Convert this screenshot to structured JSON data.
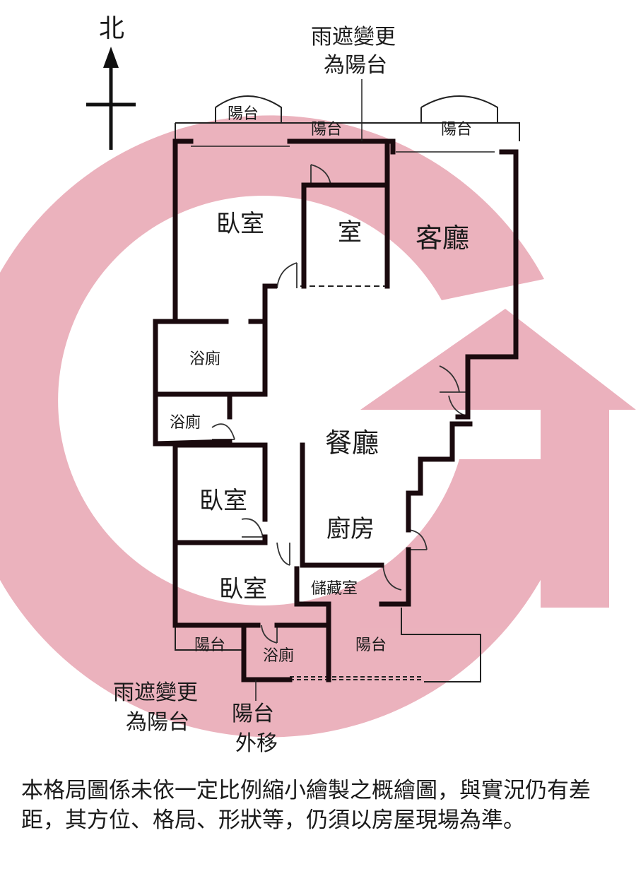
{
  "compass": {
    "north_label": "北"
  },
  "notes": {
    "top": [
      "雨遮變更",
      "為陽台"
    ],
    "bottom_left": [
      "雨遮變更",
      "為陽台"
    ],
    "bottom_center": [
      "陽台",
      "外移"
    ]
  },
  "rooms": {
    "balcony_nw": "陽台",
    "balcony_n": "陽台",
    "balcony_ne": "陽台",
    "bedroom_1": "臥室",
    "room_study": "室",
    "living_room": "客廳",
    "bathroom_1": "浴廁",
    "bathroom_2": "浴廁",
    "dining_room": "餐廳",
    "bedroom_2": "臥室",
    "kitchen": "廚房",
    "bedroom_3": "臥室",
    "storage_room": "儲藏室",
    "balcony_sw": "陽台",
    "bathroom_3": "浴廁",
    "balcony_s": "陽台"
  },
  "watermark": {
    "color": "#e8a4b2"
  },
  "disclaimer": "本格局圖係未依一定比例縮小繪製之概繪圖，與實況仍有差距，其方位、格局、形狀等，仍須以房屋現場為準。"
}
